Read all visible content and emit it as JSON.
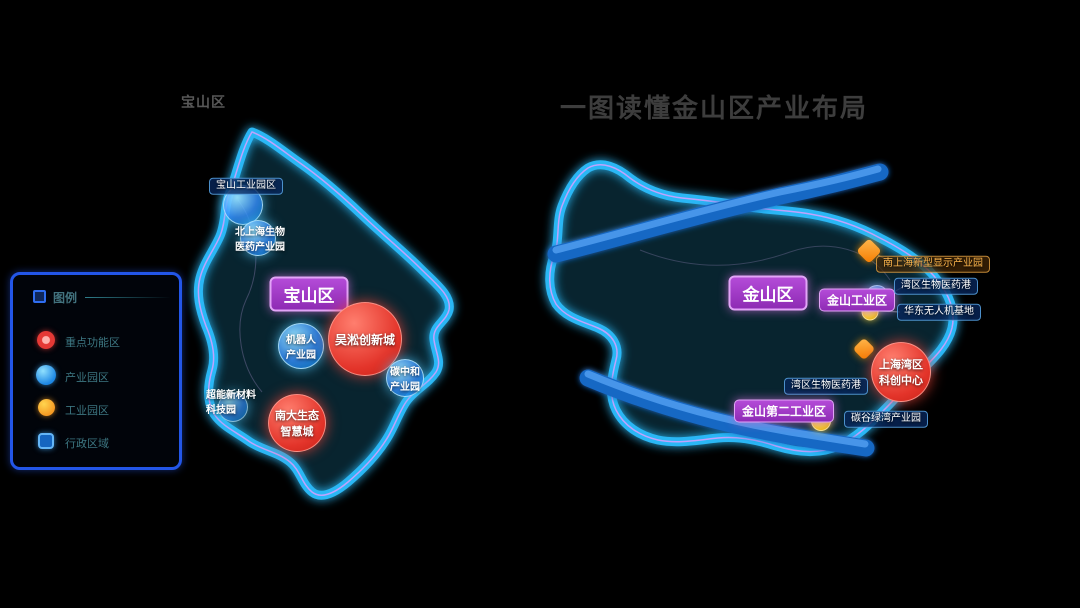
{
  "colors": {
    "background": "#000000",
    "map_outline": "#2bb7f5",
    "map_inner_line": "#d9a0ff",
    "river_blue": "#1667c4",
    "district_badge_purple": "#a637c9",
    "key_area_red": "#e3342a",
    "park_blue": "#3690ff",
    "industry_yellow": "#f6c92b",
    "highlight_orange": "#f59a23",
    "legend_border_blue": "#2356e8"
  },
  "header": {
    "main_title": "一图读懂金山区产业布局",
    "left_subtitle": "宝山区"
  },
  "legend": {
    "title": "图例",
    "items": [
      {
        "icon": "red-circle-icon",
        "label": "重点功能区"
      },
      {
        "icon": "blue-circle-icon",
        "label": "产业园区"
      },
      {
        "icon": "orange-circle-icon",
        "label": "工业园区"
      },
      {
        "icon": "blue-square-icon",
        "label": "行政区域"
      }
    ]
  },
  "baoshan": {
    "badge": "宝山区",
    "parks": {
      "baoshan_industrial": "宝山工业园区",
      "north_shanghai_bio": "北上海生物\n医药产业园",
      "robot": "机器人\n产业园",
      "carbon_neutral": "碳中和\n产业园",
      "new_material": "超能新材料\n科技园"
    },
    "key_areas": {
      "wusong": "吴淞创新城",
      "nanda": "南大生态\n智慧城"
    }
  },
  "jinshan": {
    "badge": "金山区",
    "labels": {
      "jinshan_industrial": "金山工业区",
      "display_park": "南上海新型显示产业园",
      "bio_port_right": "湾区生物医药港",
      "drone_base": "华东无人机基地",
      "bay_center": "上海湾区\n科创中心",
      "bio_port_bottom": "湾区生物医药港",
      "second_industrial": "金山第二工业区",
      "carbon_valley": "碳谷绿湾产业园"
    }
  }
}
